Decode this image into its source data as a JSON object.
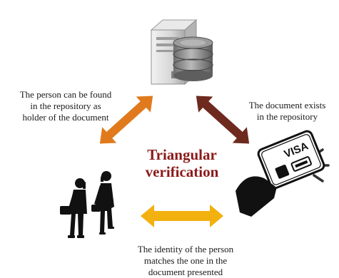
{
  "center_title": {
    "line1": "Triangular",
    "line2": "verification"
  },
  "captions": {
    "left": [
      "The person can be found",
      "in the repository as",
      "holder of the document"
    ],
    "right": [
      "The document exists",
      "in the repository"
    ],
    "bottom": [
      "The identity of the person",
      "matches the one in the",
      "document presented"
    ]
  },
  "icons": {
    "top": "server-database-icon",
    "left": "people-walking-icon",
    "right": "visa-card-in-hand-icon",
    "visa_label": "VISA"
  },
  "colors": {
    "arrow_left": "#e07a1c",
    "arrow_right": "#6e2a1e",
    "arrow_bottom": "#f2b10f",
    "title": "#8b1a1a"
  }
}
